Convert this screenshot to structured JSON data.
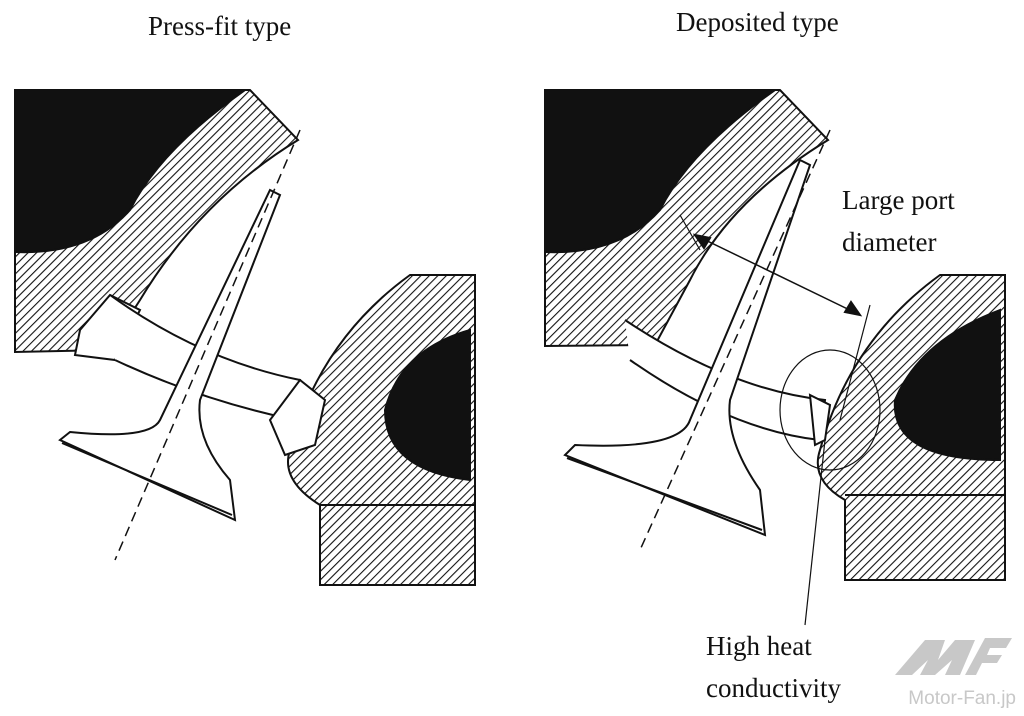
{
  "titles": {
    "left": "Press-fit type",
    "right": "Deposited type"
  },
  "annotations": {
    "port_line1": "Large port",
    "port_line2": "diameter",
    "heat_line1": "High heat",
    "heat_line2": "conductivity"
  },
  "watermark": {
    "logo": "MF",
    "text": "Motor-Fan.jp"
  },
  "colors": {
    "ink": "#111111",
    "watermark": "#c8c8c8"
  }
}
